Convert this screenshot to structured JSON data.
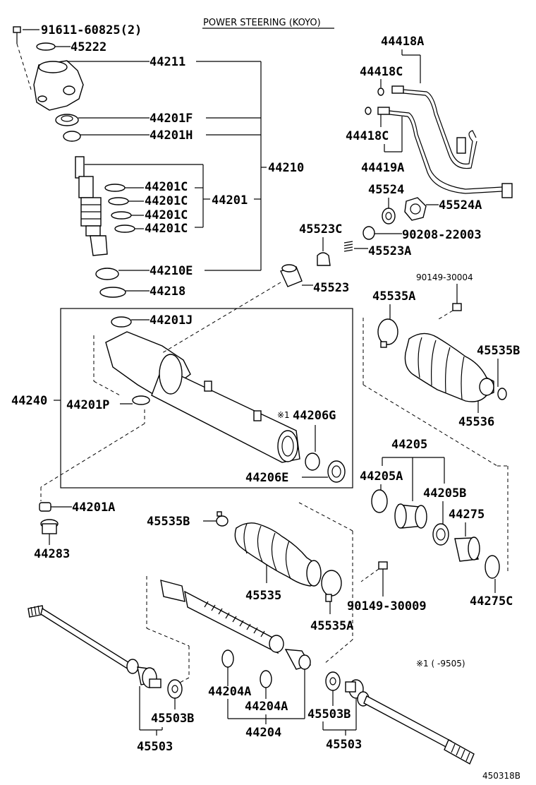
{
  "title": "POWER STEERING (KOYO)",
  "figure_id": "450318B",
  "note": "※1 (    -9505)",
  "note_mark": "※1",
  "labels": {
    "p1": "91611-60825(2)",
    "p2": "45222",
    "p3": "44211",
    "p4": "44201F",
    "p5": "44201H",
    "p6": "44210",
    "p7": "44201C",
    "p8": "44201C",
    "p9": "44201C",
    "p10": "44201C",
    "p11": "44201",
    "p12": "44210E",
    "p13": "44218",
    "p14": "44201J",
    "p15": "44240",
    "p16": "44201P",
    "p17": "44206G",
    "p18": "44206E",
    "p19": "44201A",
    "p20": "44283",
    "p21": "44418A",
    "p22": "44418C",
    "p23": "44418C",
    "p24": "44419A",
    "p25": "45524",
    "p26": "45524A",
    "p27": "45523C",
    "p28": "90208-22003",
    "p29": "45523A",
    "p30": "45523",
    "p31": "90149-30004",
    "p32": "45535A",
    "p33": "45535B",
    "p34": "45536",
    "p35": "44205",
    "p36": "44205A",
    "p37": "44205B",
    "p38": "44275",
    "p39": "44275C",
    "p40": "45535B",
    "p41": "45535",
    "p42": "90149-30009",
    "p43": "45535A",
    "p44": "44204A",
    "p45": "44204A",
    "p46": "44204",
    "p47": "45503B",
    "p48": "45503",
    "p49": "45503B",
    "p50": "45503"
  }
}
